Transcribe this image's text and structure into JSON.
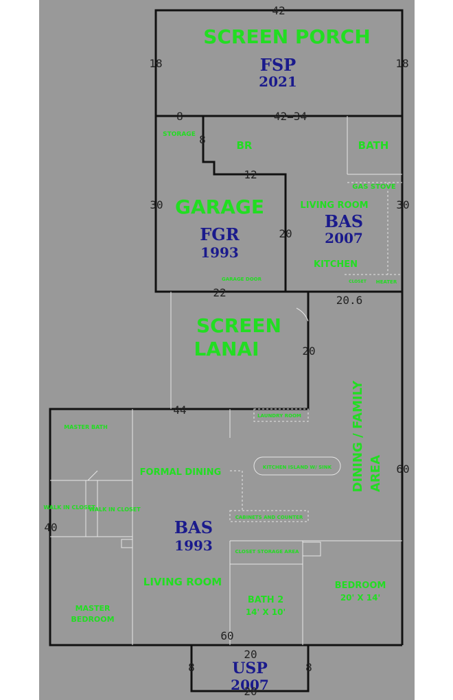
{
  "colors": {
    "page_bg": "#ffffff",
    "canvas_bg": "#999999",
    "wall": "#111111",
    "room_label": "#22dd22",
    "area_code": "#1a1a8c",
    "dimension": "#222222"
  },
  "areas": {
    "fsp": {
      "label": "SCREEN PORCH",
      "code": "FSP",
      "year": "2021"
    },
    "fgr": {
      "label": "GARAGE",
      "code": "FGR",
      "year": "1993"
    },
    "bas_upper": {
      "code": "BAS",
      "year": "2007"
    },
    "lanai": {
      "line1": "SCREEN",
      "line2": "LANAI"
    },
    "bas_main": {
      "code": "BAS",
      "year": "1993"
    },
    "usp": {
      "code": "USP",
      "year": "2007"
    }
  },
  "rooms": {
    "storage": "STORAGE",
    "br": "BR",
    "bath": "BATH",
    "gas_stove": "GAS STOVE",
    "living_room_upper": "LIVING ROOM",
    "kitchen": "KITCHEN",
    "garage_door": "GARAGE DOOR",
    "closet_small": "CLOSET",
    "heater": "HEATER",
    "laundry": "LAUNDRY ROOM",
    "master_bath": "MASTER BATH",
    "formal_dining": "FORMAL DINING",
    "dining_family_line1": "DINING / FAMILY",
    "dining_family_line2": "AREA",
    "walkin_closet_1": "WALK IN CLOSET",
    "walkin_closet_2": "WALK IN CLOSET",
    "kitchen_island": "KITCHEN ISLAND W/ SINK",
    "cabinet_counter": "CABINETS AND COUNTER",
    "closet_storage": "CLOSET STORAGE AREA",
    "living_room_main": "LIVING ROOM",
    "bath2_line1": "BATH 2",
    "bath2_line2": "14' X 10'",
    "bedroom_line1": "BEDROOM",
    "bedroom_line2": "20' X 14'",
    "master_bedroom_line1": "MASTER",
    "master_bedroom_line2": "BEDROOM"
  },
  "dimensions": {
    "fsp_top": "42",
    "fsp_left": "18",
    "fsp_right": "18",
    "d_8_top": "8",
    "d_42_34": "42=34",
    "d_8_side": "8",
    "d_12": "12",
    "d_30_left": "30",
    "d_30_right": "30",
    "d_20_mid": "20",
    "d_22": "22",
    "d_20_6": "20.6",
    "d_20_lanai": "20",
    "d_44": "44",
    "d_60_right": "60",
    "d_40_left": "40",
    "d_60_bottom": "60",
    "usp_top": "20",
    "usp_left": "8",
    "usp_right": "8",
    "usp_bottom": "20"
  }
}
